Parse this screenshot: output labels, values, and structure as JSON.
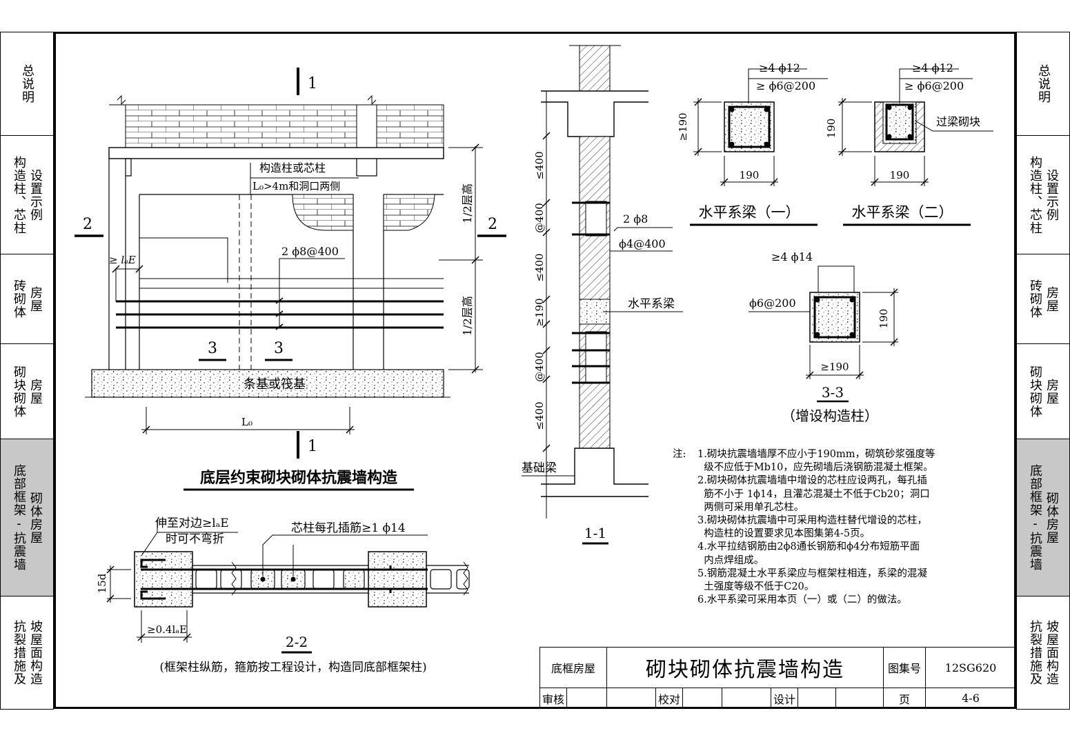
{
  "sidebar": {
    "left": [
      {
        "cols": [
          "总说明"
        ],
        "active": false
      },
      {
        "cols": [
          "构造柱、芯柱",
          "设置示例"
        ],
        "active": false
      },
      {
        "cols": [
          "砖砌体",
          "房屋"
        ],
        "active": false
      },
      {
        "cols": [
          "砌块砌体",
          "房屋"
        ],
        "active": false
      },
      {
        "cols": [
          "底部框架-抗震墙",
          "砌体房屋"
        ],
        "active": true
      },
      {
        "cols": [
          "抗裂措施及",
          "坡屋面构造"
        ],
        "active": false
      }
    ],
    "right": [
      {
        "cols": [
          "总说明"
        ],
        "active": false
      },
      {
        "cols": [
          "构造柱、芯柱",
          "设置示例"
        ],
        "active": false
      },
      {
        "cols": [
          "砖砌体",
          "房屋"
        ],
        "active": false
      },
      {
        "cols": [
          "砌块砌体",
          "房屋"
        ],
        "active": false
      },
      {
        "cols": [
          "底部框架-抗震墙",
          "砌体房屋"
        ],
        "active": true
      },
      {
        "cols": [
          "抗裂措施及",
          "坡屋面构造"
        ],
        "active": false
      }
    ]
  },
  "elevation": {
    "title": "底层约束砌块砌体抗震墙构造",
    "section_1": "1",
    "section_2": "2",
    "section_3": "3",
    "label_column": "构造柱或芯柱",
    "label_l0_rule": "L₀>4m和洞口两侧",
    "label_bars": "2 ϕ8@400",
    "label_lae": "≥ lₐE",
    "label_half_height": "1/2层高",
    "label_foundation": "条基或筏基",
    "label_l0": "L₀"
  },
  "section_11": {
    "title": "1-1",
    "dim_400": "≤400",
    "dim_at400": "@400",
    "dim_190": "≥190",
    "label_2phi8": "2 ϕ8",
    "label_phi4": "ϕ4@400",
    "label_beam": "水平系梁",
    "label_foundation_beam": "基础梁"
  },
  "beam1": {
    "title": "水平系梁（一）",
    "bar_main": "≥4 ϕ12",
    "bar_stirrup": "≥ ϕ6@200",
    "dim_h": "≥190",
    "dim_w": "190"
  },
  "beam2": {
    "title": "水平系梁（二）",
    "bar_main": "≥4 ϕ12",
    "bar_stirrup": "≥ ϕ6@200",
    "dim_h": "190",
    "dim_w": "190",
    "label_block": "过梁砌块"
  },
  "section_33": {
    "title": "3-3",
    "subtitle": "（增设构造柱）",
    "bar_main": "≥4 ϕ14",
    "bar_stirrup": "ϕ6@200",
    "dim_h": "190",
    "dim_w": "≥190"
  },
  "section_22": {
    "title": "2-2",
    "caption": "(框架柱纵筋，箍筋按工程设计，构造同底部框架柱)",
    "label_extend_1": "伸至对边≥lₐE",
    "label_extend_2": "时可不弯折",
    "label_core_bar": "芯柱每孔插筋≥1 ϕ14",
    "dim_15d": "15d",
    "dim_04lae": "≥0.4lₐE"
  },
  "notes": {
    "label": "注:",
    "items": [
      "1.砌块抗震墙墙厚不应小于190mm，砌筑砂浆强度等\n  级不应低于Mb10，应先砌墙后浇钢筋混凝土框架。",
      "2.砌块砌体抗震墙墙中增设的芯柱应设两孔，每孔插\n  筋不小于 1ϕ14，且灌芯混凝土不低于Cb20；洞口\n  两侧可采用单孔芯柱。",
      "3.砌块砌体抗震墙中可采用构造柱替代增设的芯柱，\n  构造柱的设置要求见本图集第4-5页。",
      "4.水平拉结钢筋由2ϕ8通长钢筋和ϕ4分布短筋平面\n  内点焊组成。",
      "5.钢筋混凝土水平系梁应与框架柱相连，系梁的混凝\n  土强度等级不低于C20。",
      "6.水平系梁可采用本页（一）或（二）的做法。"
    ]
  },
  "titleblock": {
    "category": "底框房屋",
    "title": "砌块砌体抗震墙构造",
    "atlas_label": "图集号",
    "atlas_no": "12SG620",
    "review": "审核",
    "check": "校对",
    "design": "设计",
    "page_label": "页",
    "page_no": "4-6"
  }
}
